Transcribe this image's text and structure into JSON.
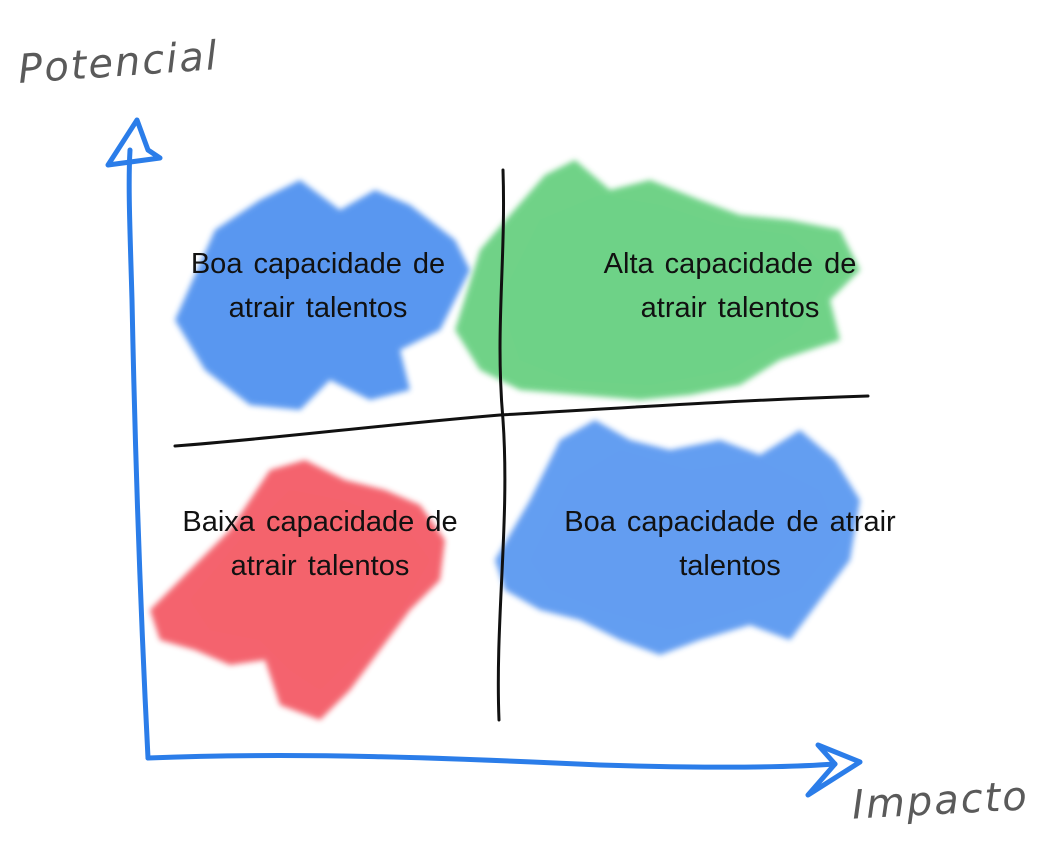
{
  "axes": {
    "y_title": "Potencial",
    "x_title": "Impacto",
    "axis_color": "#2b7de9"
  },
  "quadrants": {
    "top_left": {
      "text": "Boa capacidade de atrair talentos",
      "color": "#3d86ee"
    },
    "top_right": {
      "text": "Alta capacidade de atrair talentos",
      "color": "#4dc86a"
    },
    "bottom_left": {
      "text": "Baixa capacidade de atrair talentos",
      "color": "#f2434f"
    },
    "bottom_right": {
      "text": "Boa capacidade de atrair talentos",
      "color": "#3d86ee"
    }
  },
  "divider_color": "#111111"
}
